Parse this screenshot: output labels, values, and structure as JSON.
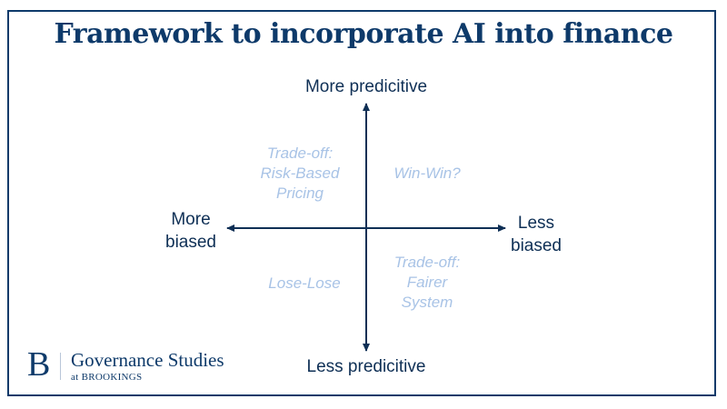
{
  "title": "Framework to incorporate AI into finance",
  "axes": {
    "top": "More predicitive",
    "bottom": "Less predicitive",
    "left": [
      "More",
      "biased"
    ],
    "right": [
      "Less",
      "biased"
    ]
  },
  "quadrants": {
    "top_left": [
      "Trade-off:",
      "Risk-Based",
      "Pricing"
    ],
    "top_right": [
      "Win-Win?"
    ],
    "bottom_left": [
      "Lose-Lose"
    ],
    "bottom_right": [
      "Trade-off:",
      "Fairer",
      "System"
    ]
  },
  "logo": {
    "mark": "B",
    "name": "Governance Studies",
    "sub": "at BROOKINGS"
  },
  "colors": {
    "primary": "#0e3a6a",
    "quadrant_text": "#a8c3e6"
  }
}
